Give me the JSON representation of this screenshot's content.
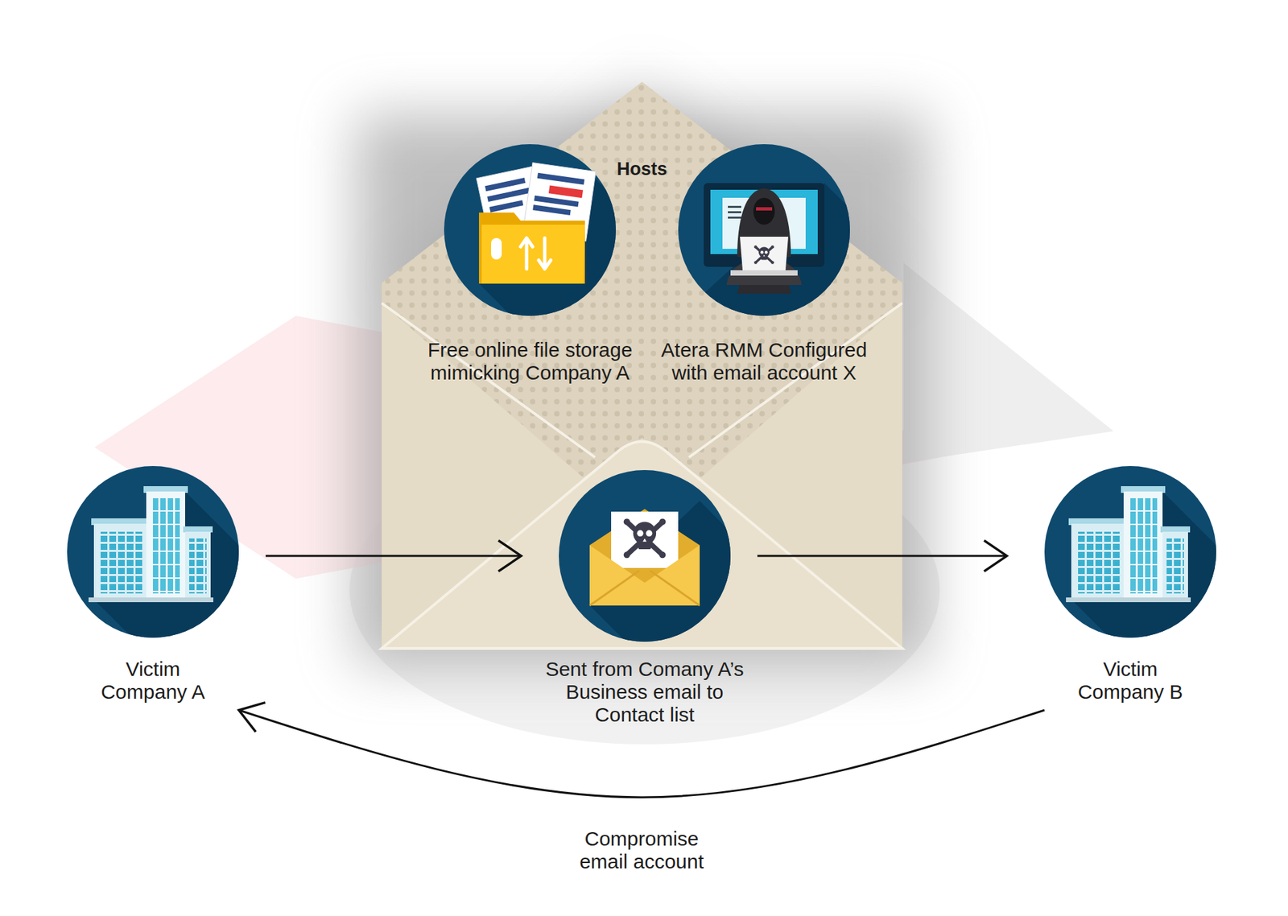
{
  "diagram": {
    "nodes": [
      {
        "text": [
          "Victim Company A"
        ]
      },
      {
        "text": [
          "Hosts"
        ]
      },
      {
        "text": [
          "Free online file storage mimicking Company A"
        ],
        "in": 1
      },
      {
        "text": [
          "Atera RMM Configured with email account X"
        ],
        "in": 1
      },
      {
        "text": [
          "Sent from Comany A’s Business email to Contact list"
        ],
        "in": 1
      },
      {
        "text": [
          "Victim Company B"
        ]
      }
    ],
    "edges": [
      {
        "from": 0,
        "to": 4,
        "arrow": "to"
      },
      {
        "from": 4,
        "to": 5,
        "arrow": "to"
      },
      {
        "from": 5,
        "to": 0,
        "label": "Compromise email account",
        "arrow": "to"
      }
    ]
  }
}
